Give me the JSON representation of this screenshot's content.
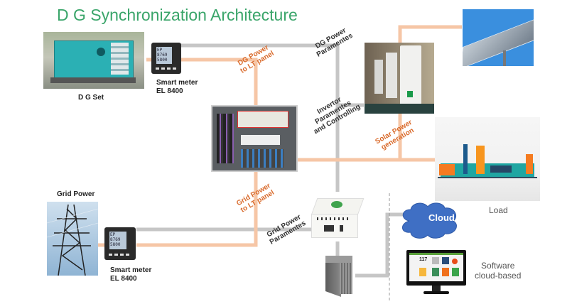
{
  "title": "D G Synchronization Architecture",
  "nodes": {
    "dg_set": {
      "label": "D G Set"
    },
    "smart_meter_top": {
      "label_line1": "Smart meter",
      "label_line2": "EL 8400"
    },
    "grid_power": {
      "label": "Grid Power"
    },
    "smart_meter_bottom": {
      "label_line1": "Smart meter",
      "label_line2": "EL 8400"
    },
    "load": {
      "label": "Load"
    },
    "cloud": {
      "label": "Cloud"
    },
    "software": {
      "label_line1": "Software",
      "label_line2": "cloud-based"
    },
    "meter_display": {
      "line1": "EP",
      "line2": "8769",
      "line3": "5800"
    },
    "dashboard": {
      "tile_value": "117"
    }
  },
  "connections": {
    "dg_power_params": {
      "line1": "DG Power",
      "line2": "Paramentes"
    },
    "dg_power_lt": {
      "line1": "DG Power",
      "line2": "to LT panel"
    },
    "invertor": {
      "line1": "Invertor",
      "line2": "Paramentes",
      "line3": "and Controlling"
    },
    "solar_power": {
      "line1": "Solar Power",
      "line2": "generation"
    },
    "grid_power_lt": {
      "line1": "Grid Power",
      "line2": "to LT panel"
    },
    "grid_power_params": {
      "line1": "Grid Power",
      "line2": "Paramentes"
    }
  },
  "colors": {
    "title": "#3aa56a",
    "power_line": "#f6c6a6",
    "data_line": "#c8c8c8",
    "power_label": "#d96a2b",
    "cloud": "#3f6fc4"
  }
}
